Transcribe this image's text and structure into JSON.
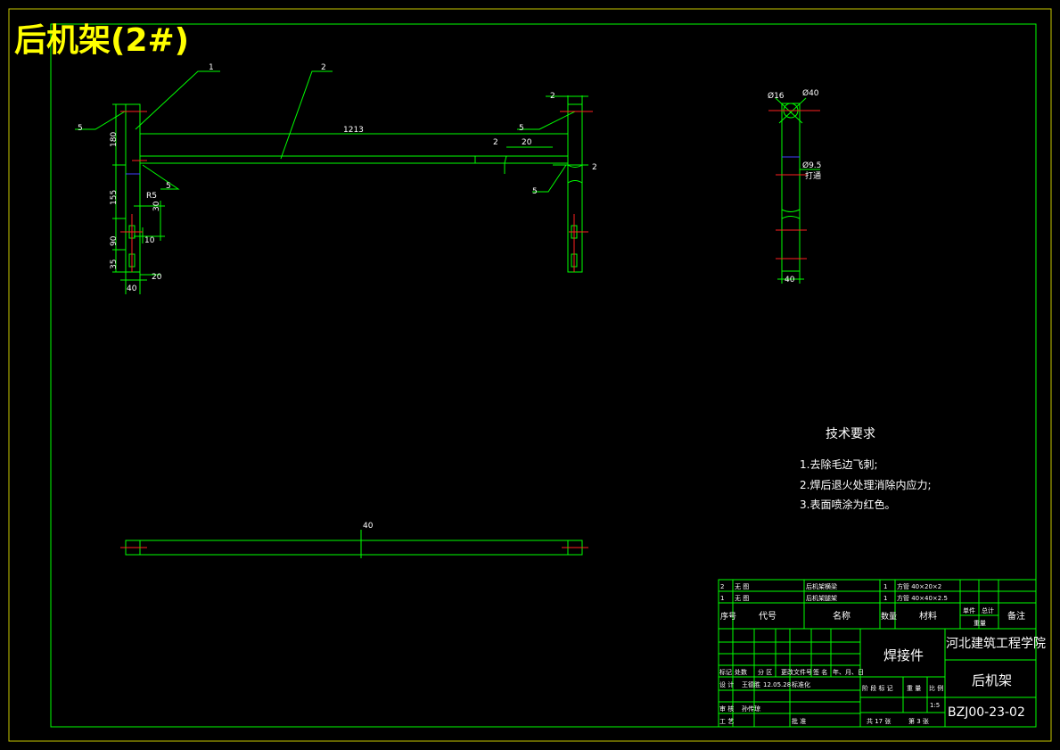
{
  "drawing_title": "后机架(2#)",
  "colors": {
    "frame": "#c8c800",
    "lines": "#00ff00",
    "center": "#ff2020",
    "text": "#ffffff",
    "title": "#ffff00",
    "hidden": "#4040ff"
  },
  "front_view": {
    "leaders": {
      "part1": "1",
      "part2": "2"
    },
    "dims": {
      "length": "1213",
      "h180": "180",
      "h155": "155",
      "h90": "90",
      "h35": "35",
      "w40": "40",
      "w20": "20",
      "v30": "30",
      "h10": "10",
      "r5": "R5",
      "d2_top": "2",
      "d20": "20",
      "d2_mid": "2",
      "d2_right": "2"
    },
    "welds": [
      "5",
      "5",
      "5",
      "5"
    ]
  },
  "side_view": {
    "dia16": "Ø16",
    "dia40": "Ø40",
    "dia95": "Ø9.5",
    "drill_note": "打通",
    "w40": "40"
  },
  "top_view": {
    "dim40": "40"
  },
  "tech_requirements": {
    "heading": "技术要求",
    "items": [
      "1.去除毛边飞刺;",
      "2.焊后退火处理消除内应力;",
      "3.表面喷涂为红色。"
    ]
  },
  "parts_list": {
    "rows": [
      {
        "no": "2",
        "code": "无 图",
        "name": "后机架横梁",
        "qty": "1",
        "material": "方管 40×20×2"
      },
      {
        "no": "1",
        "code": "无 图",
        "name": "后机架腿架",
        "qty": "1",
        "material": "方管 40×40×2.5"
      }
    ],
    "header": {
      "no": "序号",
      "code": "代号",
      "name": "名称",
      "qty": "数量",
      "material": "材料",
      "unit_weight": "单件",
      "total_weight": "总计",
      "weight": "重量",
      "remark": "备注"
    }
  },
  "title_block": {
    "school": "河北建筑工程学院",
    "category": "焊接件",
    "part_name": "后机架",
    "drawing_no": "BZJ00-23-02",
    "scale": "1:5",
    "sheet_total": "共 17 张",
    "sheet_no": "第 3 张",
    "stage_label": "阶 段 标 记",
    "weight_label": "重 量",
    "scale_label": "比 例",
    "mark_labels": [
      "标记",
      "处数",
      "分 区",
      "更改文件号",
      "签 名",
      "年、月、日"
    ],
    "design_label": "设 计",
    "designer": "王德胜",
    "date": "12.05.28",
    "standard_label": "标准化",
    "review_label": "审 核",
    "reviewer": "孙传琼",
    "process_label": "工 艺",
    "approve_label": "批 准"
  }
}
